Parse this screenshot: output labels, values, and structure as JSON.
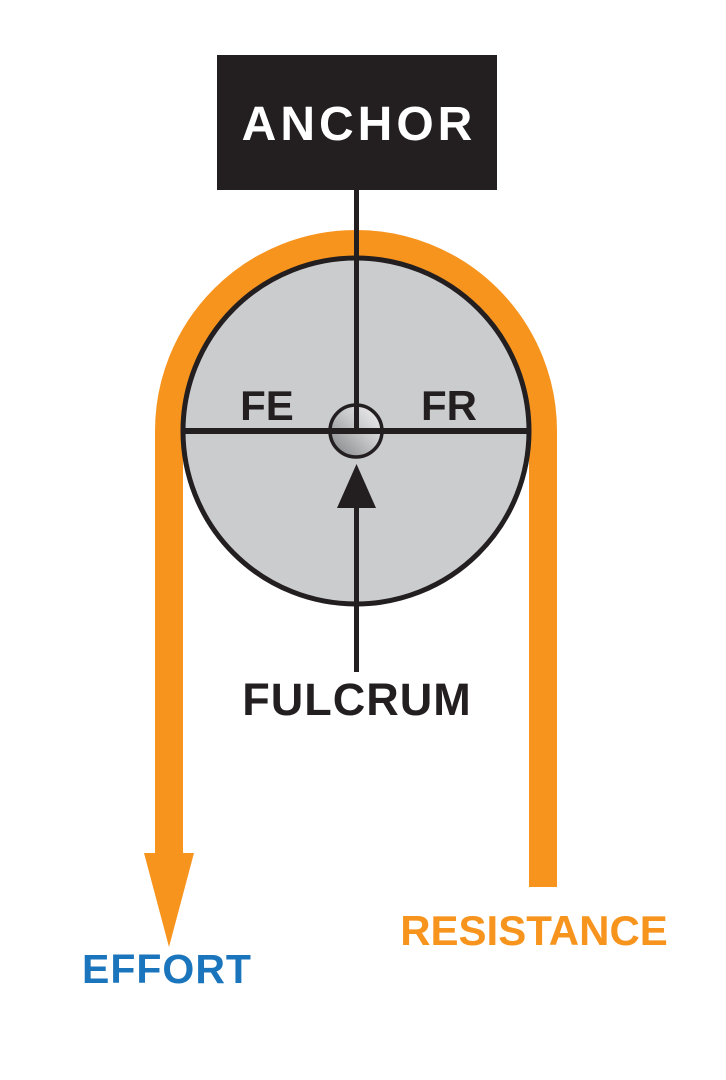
{
  "diagram": {
    "labels": {
      "anchor": "ANCHOR",
      "fe": "FE",
      "fr": "FR",
      "fulcrum": "FULCRUM",
      "effort": "EFFORT",
      "resistance": "RESISTANCE"
    },
    "colors": {
      "rope_orange": "#F7941E",
      "line_black": "#231F20",
      "wheel_gray": "#CBCCCE",
      "hub_dark": "#7E8083",
      "hub_mid": "#C7C8CA",
      "hub_light": "#F4F4F5",
      "effort_blue": "#1B75BC",
      "anchor_text": "#FFFFFF",
      "page_bg": "#FFFFFF"
    }
  }
}
